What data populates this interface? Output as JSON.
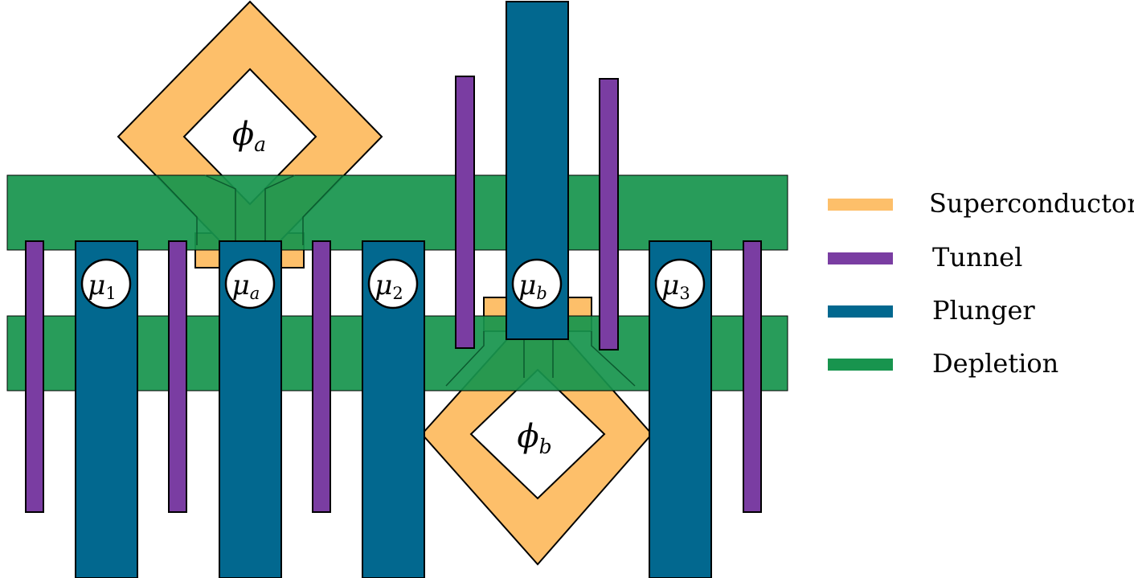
{
  "colors": {
    "superconductor": "#FDBF6A",
    "tunnel": "#7A3DA2",
    "plunger": "#02688F",
    "depletion": "#18944E",
    "outline": "#000000"
  },
  "labels": {
    "mu1": {
      "base": "μ",
      "sub": "1"
    },
    "mua": {
      "base": "μ",
      "sub": "a"
    },
    "mu2": {
      "base": "μ",
      "sub": "2"
    },
    "mub": {
      "base": "μ",
      "sub": "b"
    },
    "mu3": {
      "base": "μ",
      "sub": "3"
    },
    "phia": {
      "base": "ϕ",
      "sub": "a"
    },
    "phib": {
      "base": "ϕ",
      "sub": "b"
    }
  },
  "legend": [
    {
      "label": "Superconductor",
      "color_key": "superconductor"
    },
    {
      "label": "Tunnel",
      "color_key": "tunnel"
    },
    {
      "label": "Plunger",
      "color_key": "plunger"
    },
    {
      "label": "Depletion",
      "color_key": "depletion"
    }
  ]
}
